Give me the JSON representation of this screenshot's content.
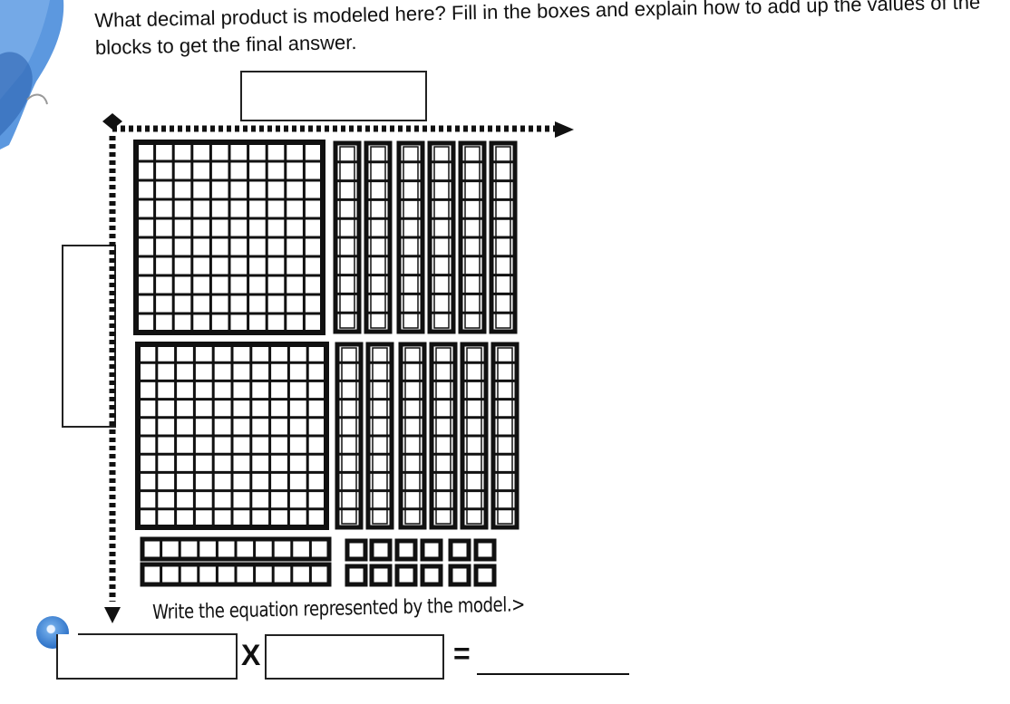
{
  "worksheet": {
    "question_text": "What decimal product is modeled here? Fill in the boxes and explain how to add up the values of the blocks to get the final answer.",
    "prompt_text": "Write the equation represented by the model.>",
    "times_symbol": "X",
    "equals_symbol": "="
  },
  "model": {
    "large_squares": 2,
    "columns_per_row": 6,
    "strips_horizontal": 2,
    "small_squares": 12
  },
  "colors": {
    "ink": "#111111",
    "splash": "#3f86d9"
  }
}
